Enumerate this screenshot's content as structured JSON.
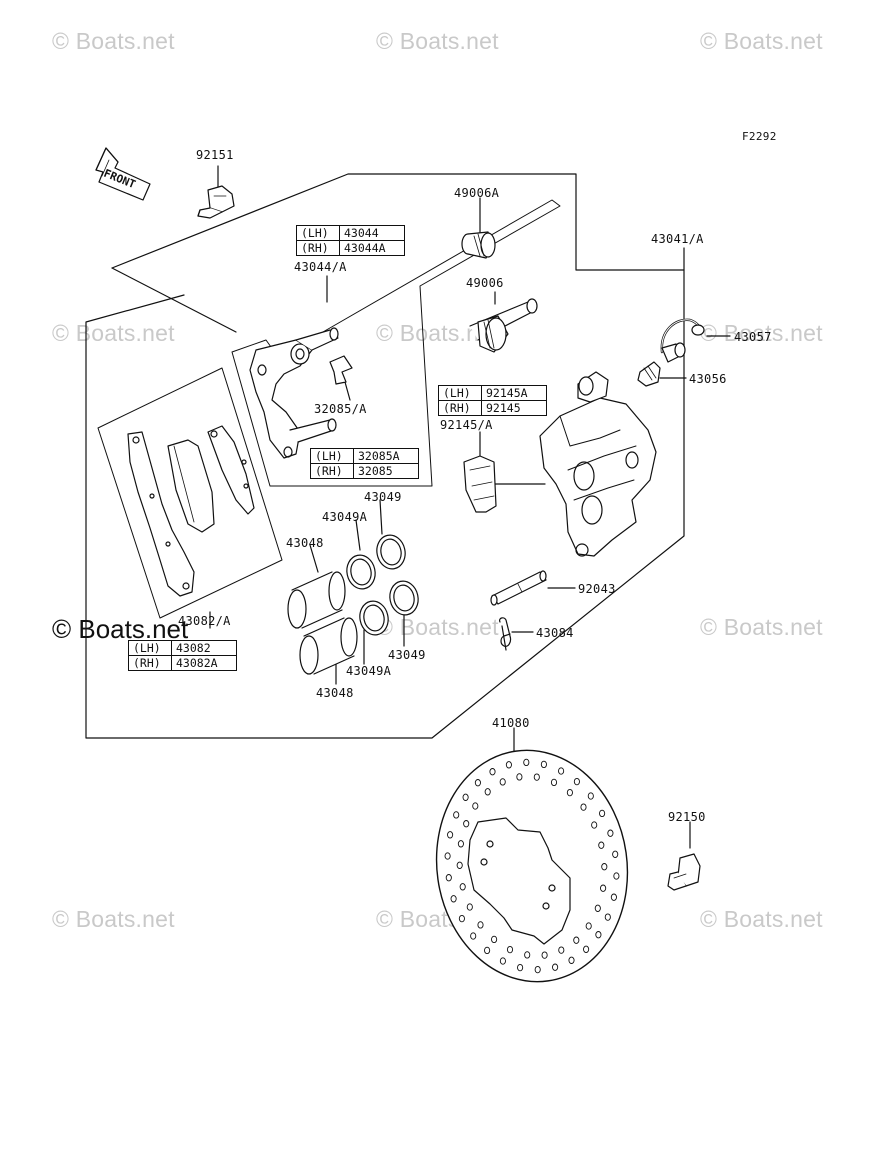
{
  "diagram_code": "F2292",
  "front_arrow_label": "FRONT",
  "watermark_text": "© Boats.net",
  "callouts": {
    "bolt_92151": "92151",
    "bushing_49006a": "49006A",
    "bushing_49006": "49006",
    "caliper_43041": "43041/A",
    "pipe_43057": "43057",
    "bleeder_43056": "43056",
    "holder_43044": "43044/A",
    "spring_32085": "32085/A",
    "spring_92145": "92145/A",
    "seal_43049_top": "43049",
    "seal_43049a_top": "43049A",
    "piston_43048_top": "43048",
    "pin_92043": "92043",
    "clip_43084": "43084",
    "pads_43082": "43082/A",
    "seal_43049_bottom": "43049",
    "seal_43049a_bottom": "43049A",
    "piston_43048_bottom": "43048",
    "disc_41080": "41080",
    "bolt_92150": "92150"
  },
  "tables": {
    "t43044": [
      {
        "side": "(LH)",
        "part": "43044"
      },
      {
        "side": "(RH)",
        "part": "43044A"
      }
    ],
    "t32085": [
      {
        "side": "(LH)",
        "part": "32085A"
      },
      {
        "side": "(RH)",
        "part": "32085"
      }
    ],
    "t92145": [
      {
        "side": "(LH)",
        "part": "92145A"
      },
      {
        "side": "(RH)",
        "part": "92145"
      }
    ],
    "t43082": [
      {
        "side": "(LH)",
        "part": "43082"
      },
      {
        "side": "(RH)",
        "part": "43082A"
      }
    ]
  }
}
